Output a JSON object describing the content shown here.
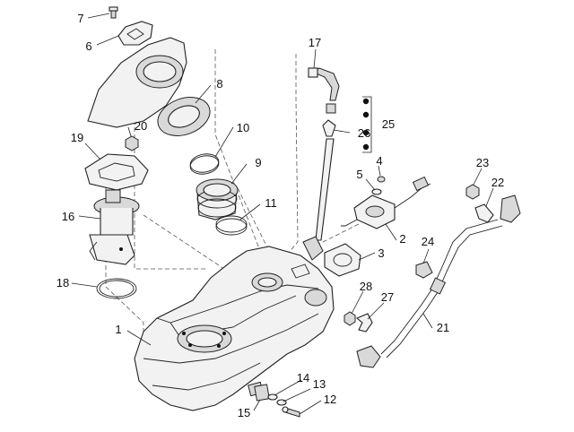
{
  "diagram": {
    "parts": [
      {
        "id": "p1",
        "number": "1"
      },
      {
        "id": "p2",
        "number": "2"
      },
      {
        "id": "p3",
        "number": "3"
      },
      {
        "id": "p4",
        "number": "4"
      },
      {
        "id": "p5",
        "number": "5"
      },
      {
        "id": "p6",
        "number": "6"
      },
      {
        "id": "p7",
        "number": "7"
      },
      {
        "id": "p8",
        "number": "8"
      },
      {
        "id": "p9",
        "number": "9"
      },
      {
        "id": "p10",
        "number": "10"
      },
      {
        "id": "p11",
        "number": "11"
      },
      {
        "id": "p12",
        "number": "12"
      },
      {
        "id": "p13",
        "number": "13"
      },
      {
        "id": "p14",
        "number": "14"
      },
      {
        "id": "p15",
        "number": "15"
      },
      {
        "id": "p16",
        "number": "16"
      },
      {
        "id": "p17",
        "number": "17"
      },
      {
        "id": "p18",
        "number": "18"
      },
      {
        "id": "p19",
        "number": "19"
      },
      {
        "id": "p20",
        "number": "20"
      },
      {
        "id": "p21",
        "number": "21"
      },
      {
        "id": "p22",
        "number": "22"
      },
      {
        "id": "p23",
        "number": "23"
      },
      {
        "id": "p24",
        "number": "24"
      },
      {
        "id": "p25",
        "number": "25"
      },
      {
        "id": "p26",
        "number": "26"
      },
      {
        "id": "p27",
        "number": "27"
      },
      {
        "id": "p28",
        "number": "28"
      }
    ]
  }
}
